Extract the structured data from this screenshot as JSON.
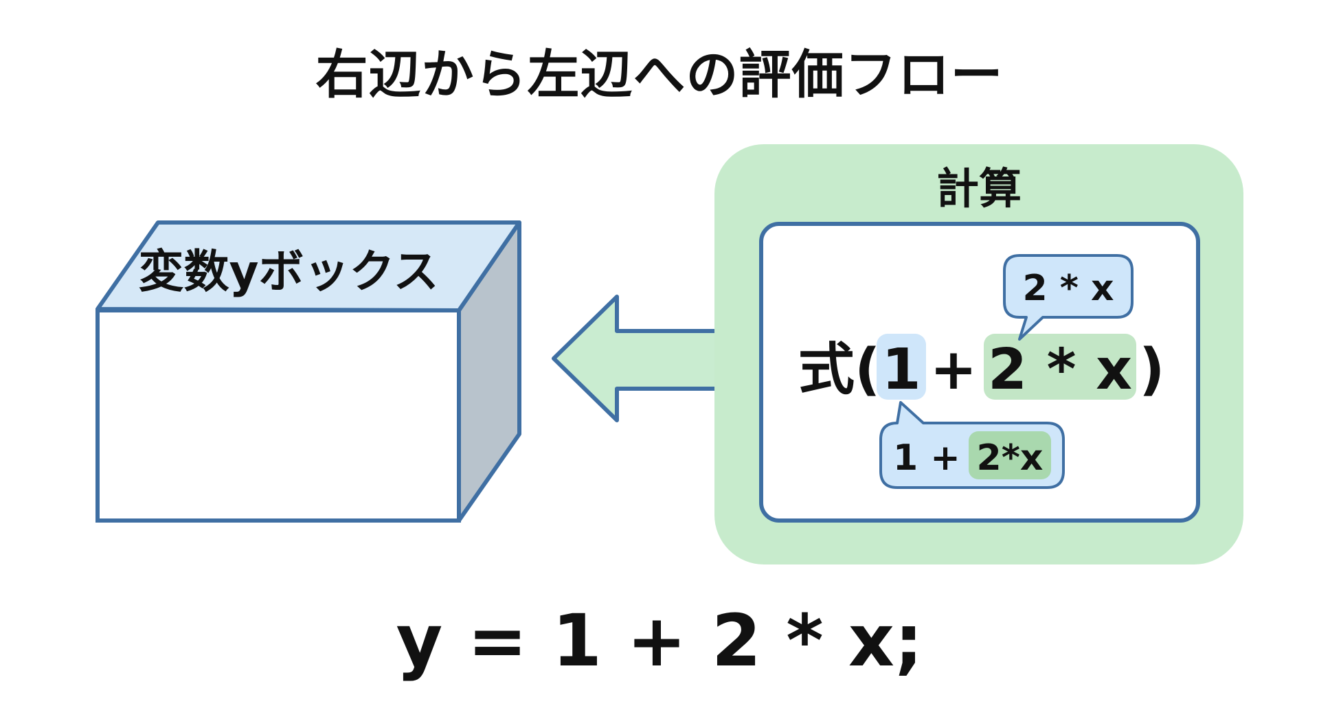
{
  "title": "右辺から左辺への評価フロー",
  "variable_box": {
    "label": "変数yボックス"
  },
  "calculation": {
    "label": "計算",
    "expression": {
      "prefix": "式(",
      "term1": "1",
      "plus": "+",
      "term2": "2 * x",
      "suffix": ")"
    },
    "callout_top": "2 * x",
    "callout_bottom": {
      "left": "1 + ",
      "highlight": "2*x"
    }
  },
  "code": "y = 1 + 2 * x;",
  "colors": {
    "box_blue": "#3f6fa3",
    "box_top_fill": "#d6e8f7",
    "box_side_fill": "#b8c3cc",
    "calc_green": "#c7ebcc",
    "arrow_green": "#c9ecd0",
    "highlight_blue": "#cfe6fa",
    "highlight_green": "#c3e6c6",
    "callout_green_hl": "#a9d8ae"
  }
}
